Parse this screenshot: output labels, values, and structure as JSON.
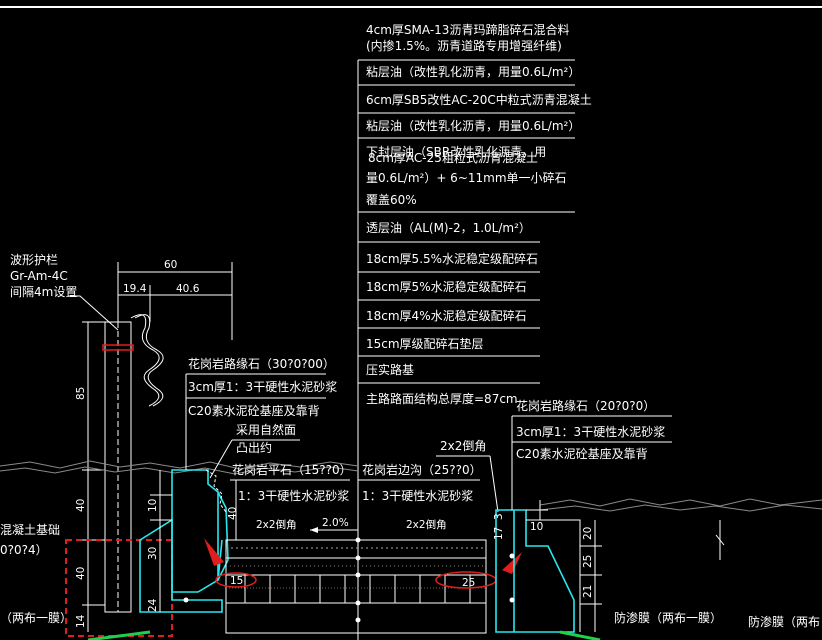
{
  "layers": {
    "sma": "4cm厚SMA-13沥青玛蹄脂碎石混合料",
    "sma_note": "(内掺1.5%。沥青道路专用增强纤维)",
    "tack1": "粘层油（改性乳化沥青，用量0.6L/m²）",
    "ac20": "6cm厚SB5改性AC-20C中粒式沥青混凝土",
    "tack2": "粘层油（改性乳化沥青，用量0.6L/m²）",
    "seal_a": "下封层油（SBR改性乳化沥青，用",
    "seal_overlap": "8cm厚AC-25粗粒式沥青混凝土",
    "seal_b": "量0.6L/m²）+ 6~11mm单一小碎石",
    "seal_c": "覆盖60%",
    "prime": "透层油（AL(M)-2，1.0L/m²）",
    "cs55": "18cm厚5.5%水泥稳定级配碎石",
    "cs5": "18cm厚5%水泥稳定级配碎石",
    "cs4": "18cm厚4%水泥稳定级配碎石",
    "gravel": "15cm厚级配碎石垫层",
    "subgrade": "压实路基",
    "total": "主路路面结构总厚度=87cm"
  },
  "guardrail": {
    "name": "波形护栏",
    "spec": "Gr-Am-4C",
    "spacing": "间隔4m设置"
  },
  "curb_left": {
    "name": "花岗岩路缘石（30?0?00）",
    "mortar": "3cm厚1：3干硬性水泥砂浆",
    "base": "C20素水泥砼基座及靠背",
    "finish": "采用自然面",
    "relief": "凸出约",
    "flat": "花岗岩平石（15??0）",
    "flat_mortar": "1：3干硬性水泥砂浆"
  },
  "gutter": {
    "name": "花岗岩边沟（25??0）",
    "mortar": "1：3干硬性水泥砂浆",
    "chamfer": "2x2倒角"
  },
  "curb_right": {
    "name": "花岗岩路缘石（20?0?0）",
    "mortar": "3cm厚1：3干硬性水泥砂浆",
    "base": "C20素水泥砼基座及靠背"
  },
  "chamfer_label": "2x2倒角",
  "slope": "2.0%",
  "left_edge": {
    "line1": "混凝土基础",
    "line2": "0?0?4）",
    "membrane": "（两布一膜）"
  },
  "membrane_mid": "防渗膜（两布一膜）",
  "membrane_right": "防渗膜（两布",
  "dims": {
    "d60": "60",
    "d19_4": "19.4",
    "d40_6": "40.6",
    "d85": "85",
    "d40a": "40",
    "d40b": "40",
    "d14": "14",
    "d10a": "10",
    "d30": "30",
    "d24": "24",
    "d40c": "40",
    "d15": "15",
    "d25": "25",
    "d3": "3",
    "d17": "17",
    "d10b": "10",
    "d20": "20",
    "d25r": "25",
    "d21": "21"
  },
  "colors": {
    "background": "#000000",
    "linework": "#ffffff",
    "curb_cyan": "#27e8ee",
    "highlight_red": "#e01e1e",
    "ground_green": "#1fd14a"
  }
}
